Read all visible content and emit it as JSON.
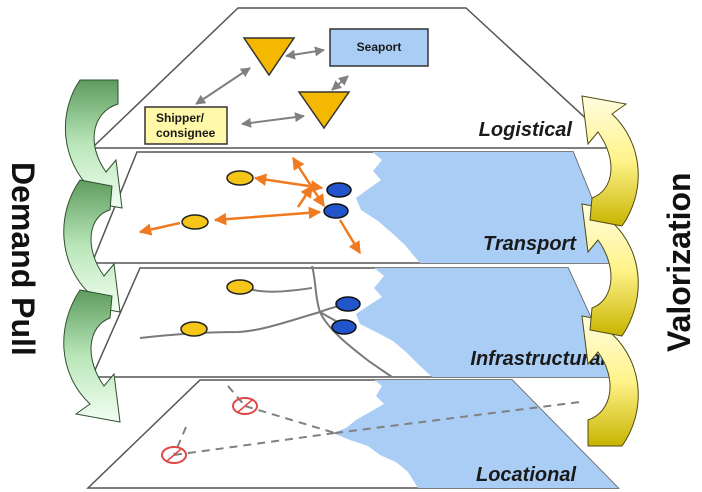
{
  "diagram": {
    "left_label": "Demand Pull",
    "right_label": "Valorization",
    "layers": [
      {
        "id": "logistical",
        "title": "Logistical"
      },
      {
        "id": "transport",
        "title": "Transport"
      },
      {
        "id": "infrastructural",
        "title": "Infrastructural"
      },
      {
        "id": "locational",
        "title": "Locational"
      }
    ],
    "nodes": {
      "seaport": "Seaport",
      "shipper_line1": "Shipper/",
      "shipper_line2": "consignee"
    },
    "colors": {
      "plane_fill": "#ffffff",
      "plane_stroke": "#555555",
      "water": "#a9cdf5",
      "seaport_box": "#a9cdf5",
      "shipper_box": "#fff8a8",
      "distribution_triangle": "#f5b800",
      "inland_node": "#f5c518",
      "port_node": "#2255cc",
      "transport_arrow": "#f07a20",
      "link_arrow": "#808080",
      "road": "#7a7a7a",
      "location_marker": "#e04848",
      "demand_arrow_light": "#e8fbe8",
      "demand_arrow_dark": "#5e9c5e",
      "valorization_arrow_light": "#fffbc0",
      "valorization_arrow_dark": "#b8a800"
    }
  }
}
